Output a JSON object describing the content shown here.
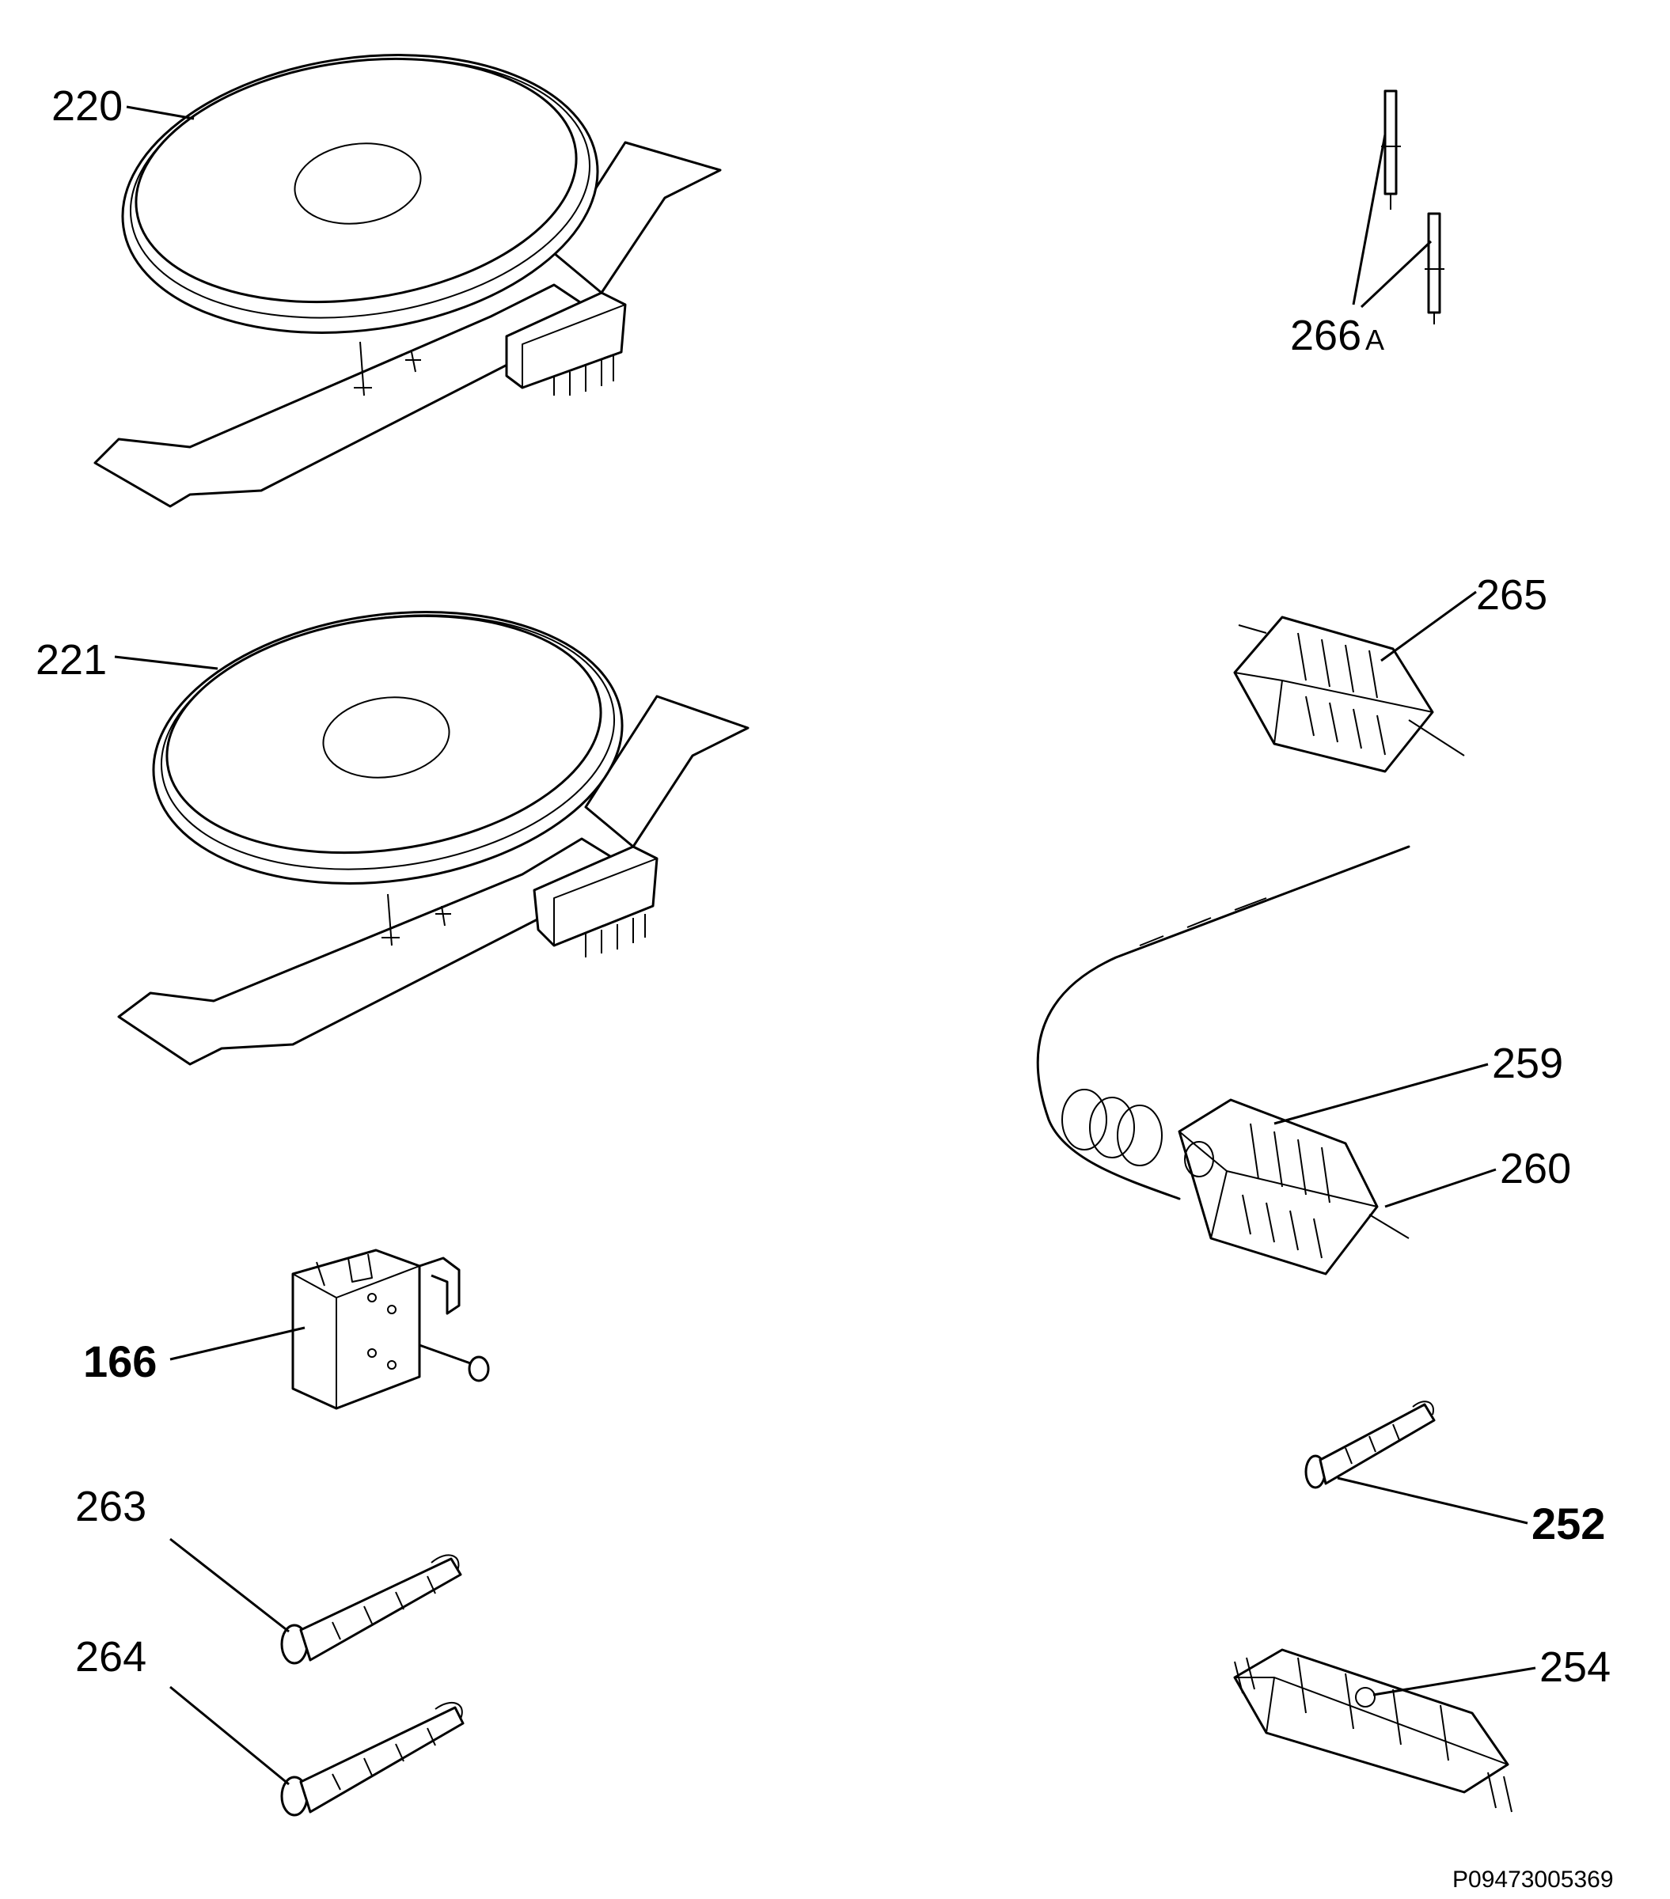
{
  "labels": {
    "p220": "220",
    "p221": "221",
    "p166": "166",
    "p263": "263",
    "p264": "264",
    "p266": "266",
    "p266_suffix": "A",
    "p265": "265",
    "p259": "259",
    "p260": "260",
    "p252": "252",
    "p254": "254"
  },
  "document_id": "P09473005369"
}
